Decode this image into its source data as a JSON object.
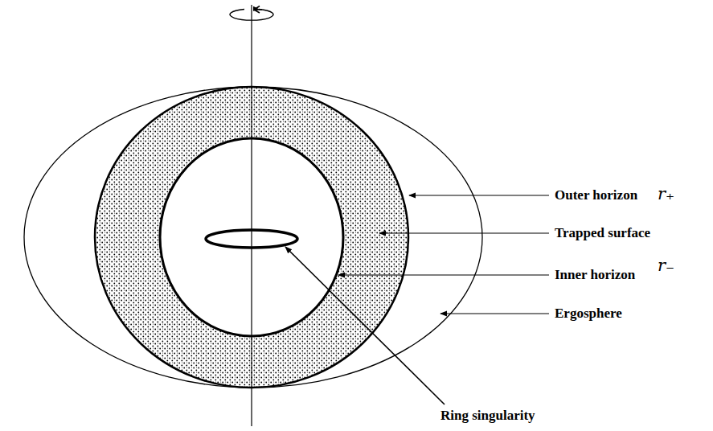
{
  "diagram": {
    "labels": [
      "Outer horizon",
      "r₊",
      "Trapped surface",
      "Inner horizon",
      "r₋",
      "Ergosphere",
      "Ring singularity"
    ]
  }
}
